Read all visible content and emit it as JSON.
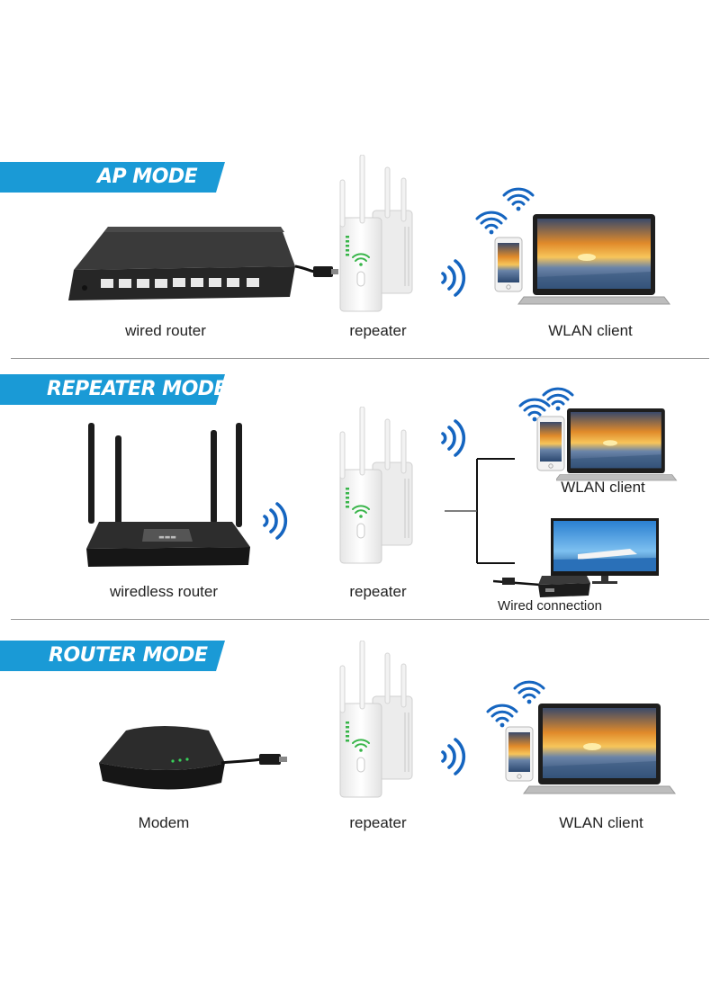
{
  "sections": [
    {
      "mode_title": "AP MODE",
      "source_label": "wired router",
      "repeater_label": "repeater",
      "client_label": "WLAN client"
    },
    {
      "mode_title": "REPEATER MODE",
      "source_label": "wiredless router",
      "repeater_label": "repeater",
      "client_label": "WLAN client",
      "wired_label": "Wired connection"
    },
    {
      "mode_title": "ROUTER MODE",
      "source_label": "Modem",
      "repeater_label": "repeater",
      "client_label": "WLAN client"
    }
  ],
  "colors": {
    "banner_blue": "#1a9ad6",
    "wifi_blue": "#1565c0",
    "device_dark": "#2b2b2b",
    "repeater_white": "#f4f4f4"
  },
  "icons": [
    "switch-icon",
    "router-icon",
    "modem-icon",
    "repeater-icon",
    "wifi-signal-icon",
    "laptop-icon",
    "phone-icon",
    "tv-icon",
    "ethernet-cable-icon"
  ]
}
